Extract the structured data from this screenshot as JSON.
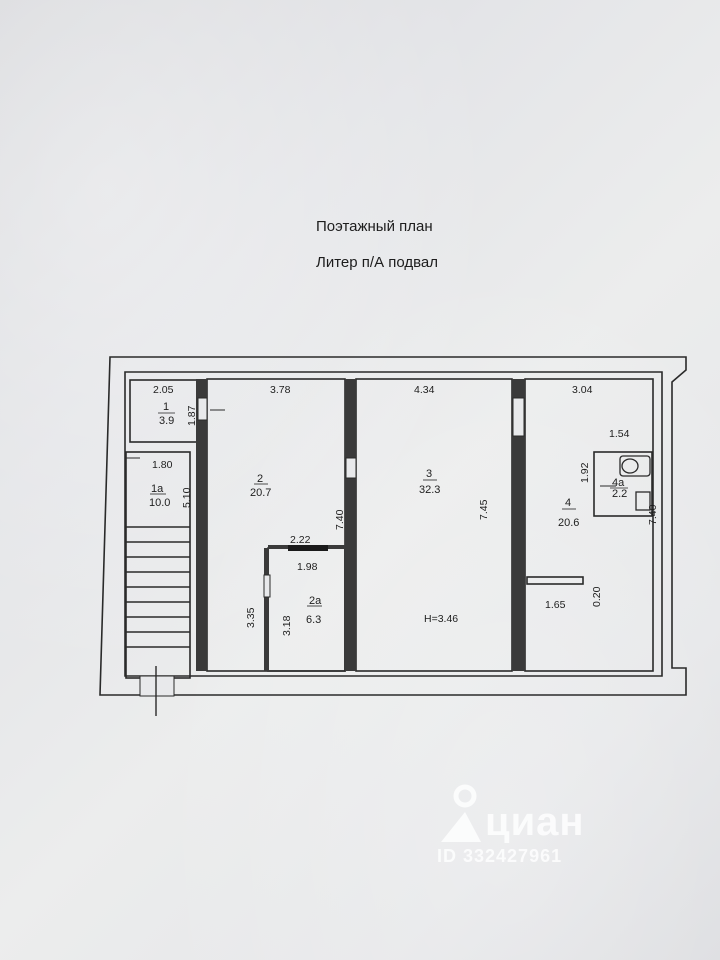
{
  "header": {
    "line1": "Поэтажный план",
    "line2": "Литер п/А  подвал"
  },
  "rooms": [
    {
      "id": "room-1",
      "number": "1",
      "area": "3.9"
    },
    {
      "id": "room-1a",
      "number": "1а",
      "area": "10.0"
    },
    {
      "id": "room-2",
      "number": "2",
      "area": "20.7"
    },
    {
      "id": "room-2a",
      "number": "2а",
      "area": "6.3"
    },
    {
      "id": "room-3",
      "number": "3",
      "area": "32.3"
    },
    {
      "id": "room-4",
      "number": "4",
      "area": "20.6"
    },
    {
      "id": "room-4a",
      "number": "4а",
      "area": "2.2"
    }
  ],
  "dimensions": {
    "d_2_05": "2.05",
    "d_1_87": "1.87",
    "d_1_80": "1.80",
    "d_5_10": "5.10",
    "d_3_78": "3.78",
    "d_7_40": "7.40",
    "d_2_22": "2.22",
    "d_1_98": "1.98",
    "d_3_35": "3.35",
    "d_3_18": "3.18",
    "d_4_34": "4.34",
    "d_7_45": "7.45",
    "height": "Н=3.46",
    "d_3_04": "3.04",
    "d_1_54": "1.54",
    "d_1_92": "1.92",
    "d_7_40b": "7.40",
    "d_1_65": "1.65",
    "d_0_20": "0.20"
  },
  "watermark": {
    "brand": "циан",
    "id": "ID 332427961"
  }
}
